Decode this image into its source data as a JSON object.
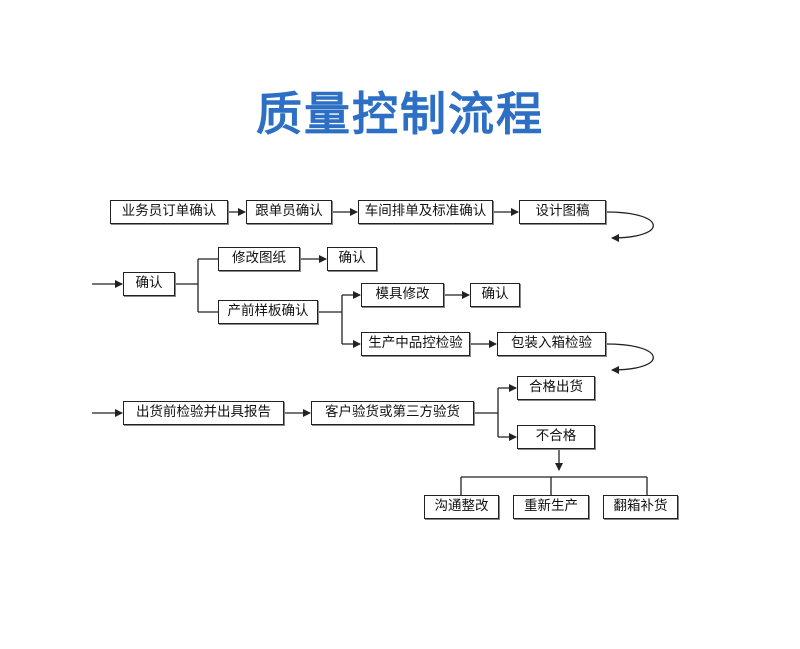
{
  "title": "质量控制流程",
  "nodes": {
    "order_confirm": "业务员订单确认",
    "follow_confirm": "跟单员确认",
    "workshop_confirm": "车间排单及标准确认",
    "design": "设计图稿",
    "confirm_1": "确认",
    "modify_drawing": "修改图纸",
    "confirm_2": "确认",
    "sample_confirm": "产前样板确认",
    "mold_modify": "模具修改",
    "confirm_3": "确认",
    "mid_inspection": "生产中品控检验",
    "packing_inspection": "包装入箱检验",
    "predelivery_report": "出货前检验并出具报告",
    "third_party": "客户验货或第三方验货",
    "pass": "合格出货",
    "fail": "不合格",
    "communicate": "沟通整改",
    "reproduce": "重新生产",
    "resupply": "翻箱补货"
  },
  "colors": {
    "title": "#2c6fc4",
    "line": "#222222"
  }
}
